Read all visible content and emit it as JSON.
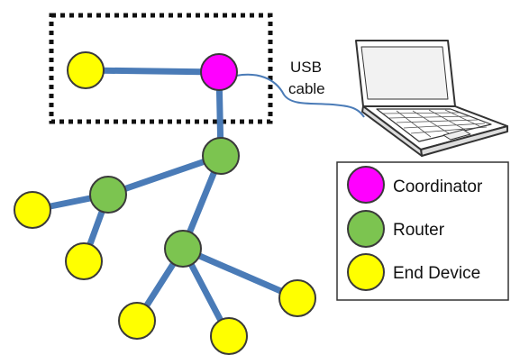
{
  "usb_label": {
    "line1": "USB",
    "line2": "cable"
  },
  "legend": {
    "items": [
      {
        "label": "Coordinator",
        "color": "#ff00ff"
      },
      {
        "label": "Router",
        "color": "#7cc450"
      },
      {
        "label": "End Device",
        "color": "#ffff00"
      }
    ]
  },
  "colors": {
    "link": "#4a7bb7",
    "node_stroke": "#3a3a3a",
    "cable": "#4a7bb7",
    "selection_box": "#111111"
  },
  "icons": {
    "computer": "laptop-icon"
  }
}
